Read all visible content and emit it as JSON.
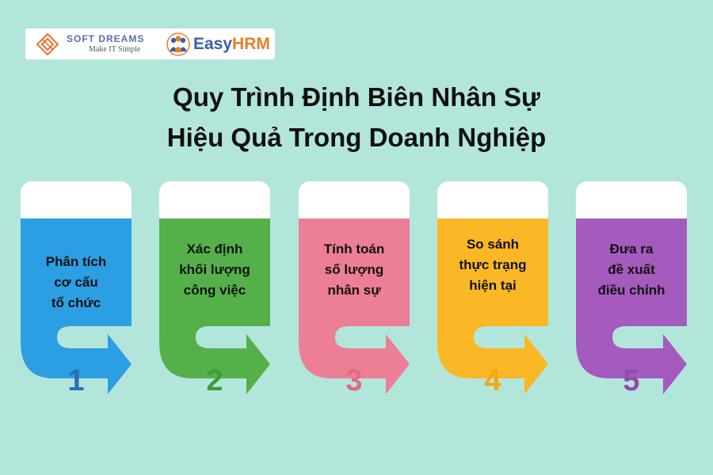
{
  "logos": {
    "softdreams": {
      "name": "SOFT DREAMS",
      "tagline": "Make IT Simple"
    },
    "easyhrm": {
      "name_part1": "Easy",
      "name_part2": "HRM"
    }
  },
  "title": {
    "line1": "Quy Trình Định Biên Nhân Sự",
    "line2": "Hiệu Quả Trong Doanh Nghiệp"
  },
  "steps": [
    {
      "number": "1",
      "lines": [
        "Phân tích",
        "cơ cấu",
        "tổ chức"
      ],
      "color": "#2c9ee3",
      "num_color": "#2b6fb3"
    },
    {
      "number": "2",
      "lines": [
        "Xác định",
        "khối lượng",
        "công việc"
      ],
      "color": "#55b04a",
      "num_color": "#3f9b3a"
    },
    {
      "number": "3",
      "lines": [
        "Tính toán",
        "số lượng",
        "nhân sự"
      ],
      "color": "#ec7e95",
      "num_color": "#e26a84"
    },
    {
      "number": "4",
      "lines": [
        "So sánh",
        "thực trạng",
        "hiện tại"
      ],
      "color": "#fbb725",
      "num_color": "#f5a712"
    },
    {
      "number": "5",
      "lines": [
        "Đưa ra",
        "đề xuất",
        "điều chỉnh"
      ],
      "color": "#a45bbd",
      "num_color": "#8f4dae"
    }
  ]
}
